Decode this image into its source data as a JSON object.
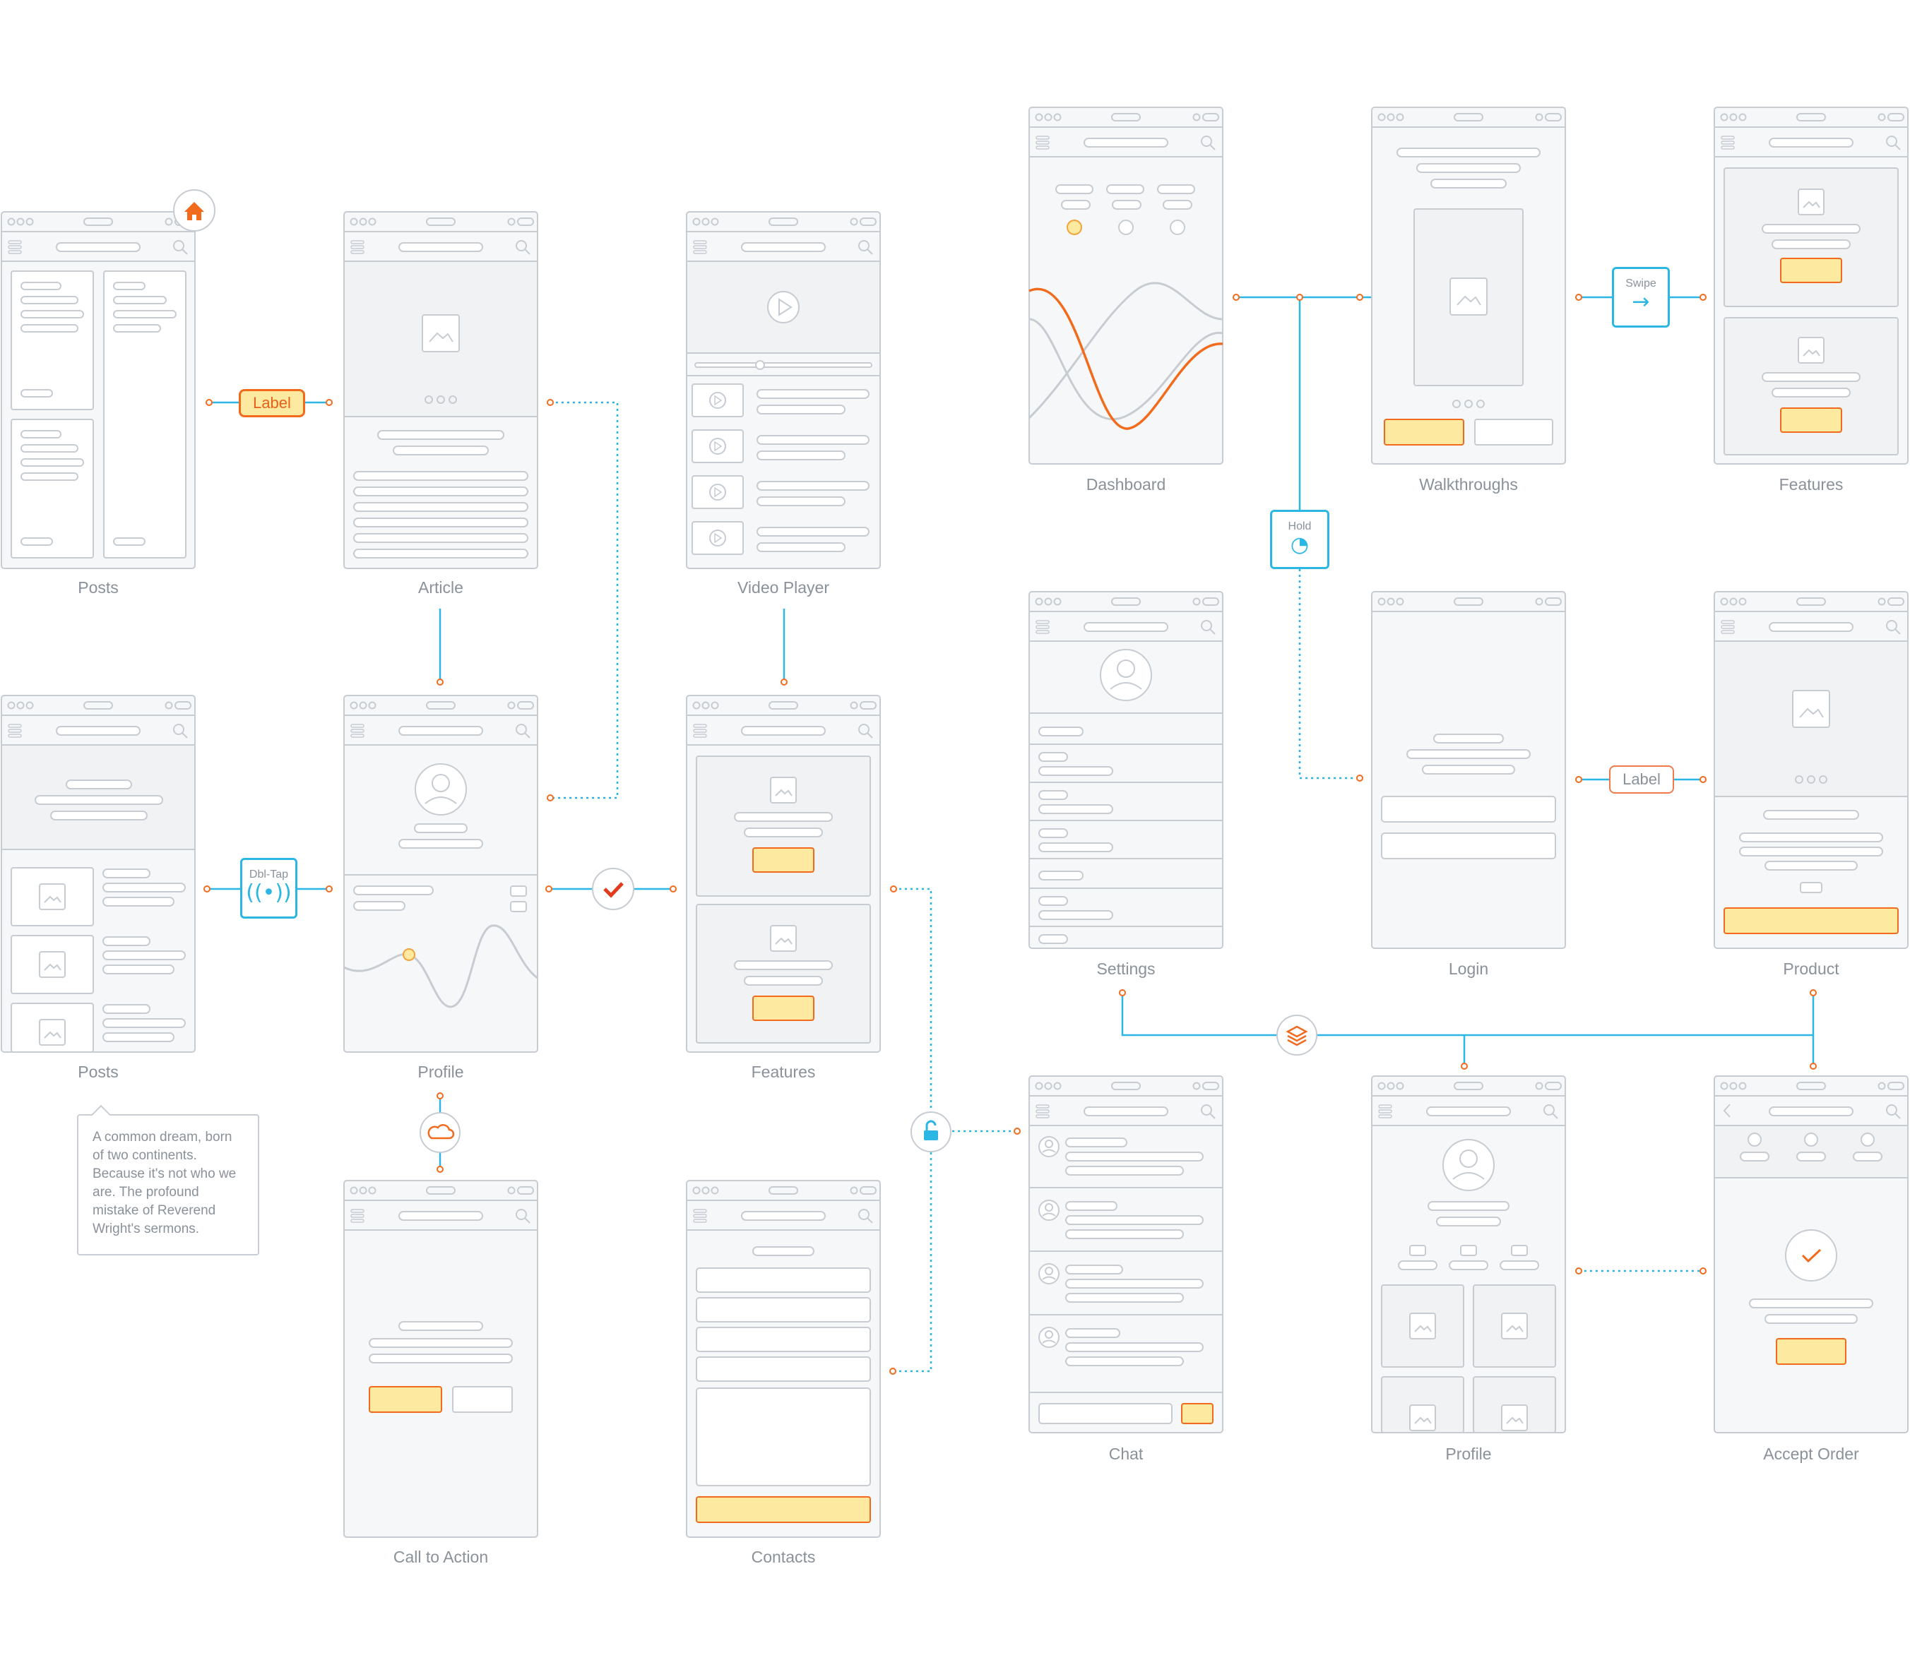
{
  "colors": {
    "wire": "#c7ccd2",
    "wire_fill": "#f6f7f8",
    "accent_orange": "#f26b1d",
    "highlight_yellow": "#fde9a0",
    "link_blue": "#2bb6e3",
    "label_gray": "#8a9199"
  },
  "screens": {
    "posts_grid": {
      "label": "Posts"
    },
    "article": {
      "label": "Article"
    },
    "video_player": {
      "label": "Video Player"
    },
    "dashboard": {
      "label": "Dashboard"
    },
    "walkthroughs": {
      "label": "Walkthroughs"
    },
    "features_top": {
      "label": "Features"
    },
    "posts_list": {
      "label": "Posts"
    },
    "profile_chart": {
      "label": "Profile"
    },
    "features_mid": {
      "label": "Features"
    },
    "settings": {
      "label": "Settings"
    },
    "login": {
      "label": "Login"
    },
    "product": {
      "label": "Product"
    },
    "call_to_action": {
      "label": "Call to Action"
    },
    "contacts": {
      "label": "Contacts"
    },
    "chat": {
      "label": "Chat"
    },
    "profile_gallery": {
      "label": "Profile"
    },
    "accept_order": {
      "label": "Accept Order"
    }
  },
  "connectors": {
    "label_posts_article": "Label",
    "label_login_product": "Label",
    "gesture_doubletap": {
      "label": "Dbl-Tap",
      "icon": "doubletap-icon"
    },
    "gesture_hold": {
      "label": "Hold",
      "icon": "hold-icon"
    },
    "gesture_swipe": {
      "label": "Swipe",
      "icon": "swipe-arrow-icon"
    },
    "badges": [
      "home-icon",
      "check-icon",
      "cloud-icon",
      "unlock-icon",
      "layers-icon"
    ]
  },
  "note": {
    "text": "A common dream, born of two continents. Because it's not who we are. The profound mistake of Reverend Wright's sermons."
  }
}
